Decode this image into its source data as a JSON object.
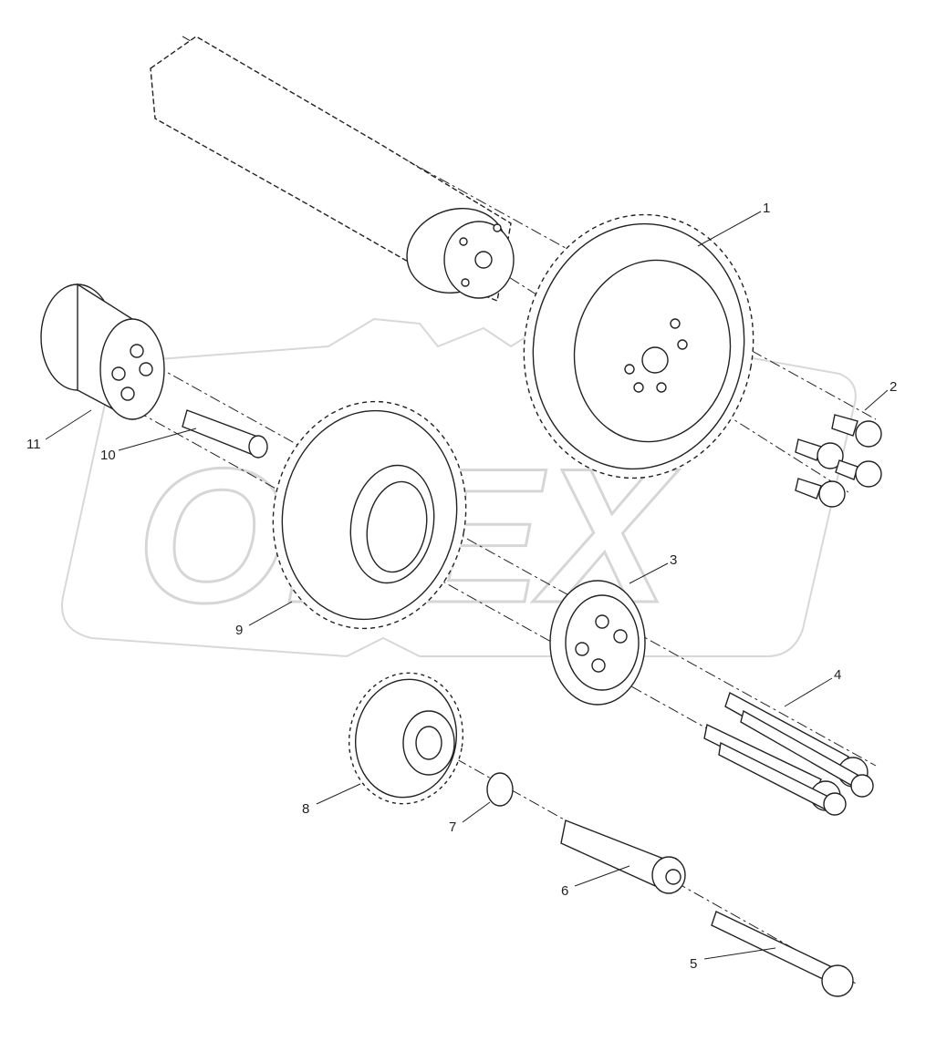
{
  "watermark": "OPEX",
  "callouts": [
    {
      "id": "1",
      "part": "camshaft-gear"
    },
    {
      "id": "2",
      "part": "gear-bolt"
    },
    {
      "id": "3",
      "part": "hub-flange"
    },
    {
      "id": "4",
      "part": "long-bolt"
    },
    {
      "id": "5",
      "part": "bolt"
    },
    {
      "id": "6",
      "part": "shaft-pin"
    },
    {
      "id": "7",
      "part": "ring"
    },
    {
      "id": "8",
      "part": "small-idler-gear"
    },
    {
      "id": "9",
      "part": "idler-gear"
    },
    {
      "id": "10",
      "part": "pin"
    },
    {
      "id": "11",
      "part": "idler-hub"
    }
  ],
  "colors": {
    "line": "#222222",
    "watermark": "#d8d8d8"
  }
}
